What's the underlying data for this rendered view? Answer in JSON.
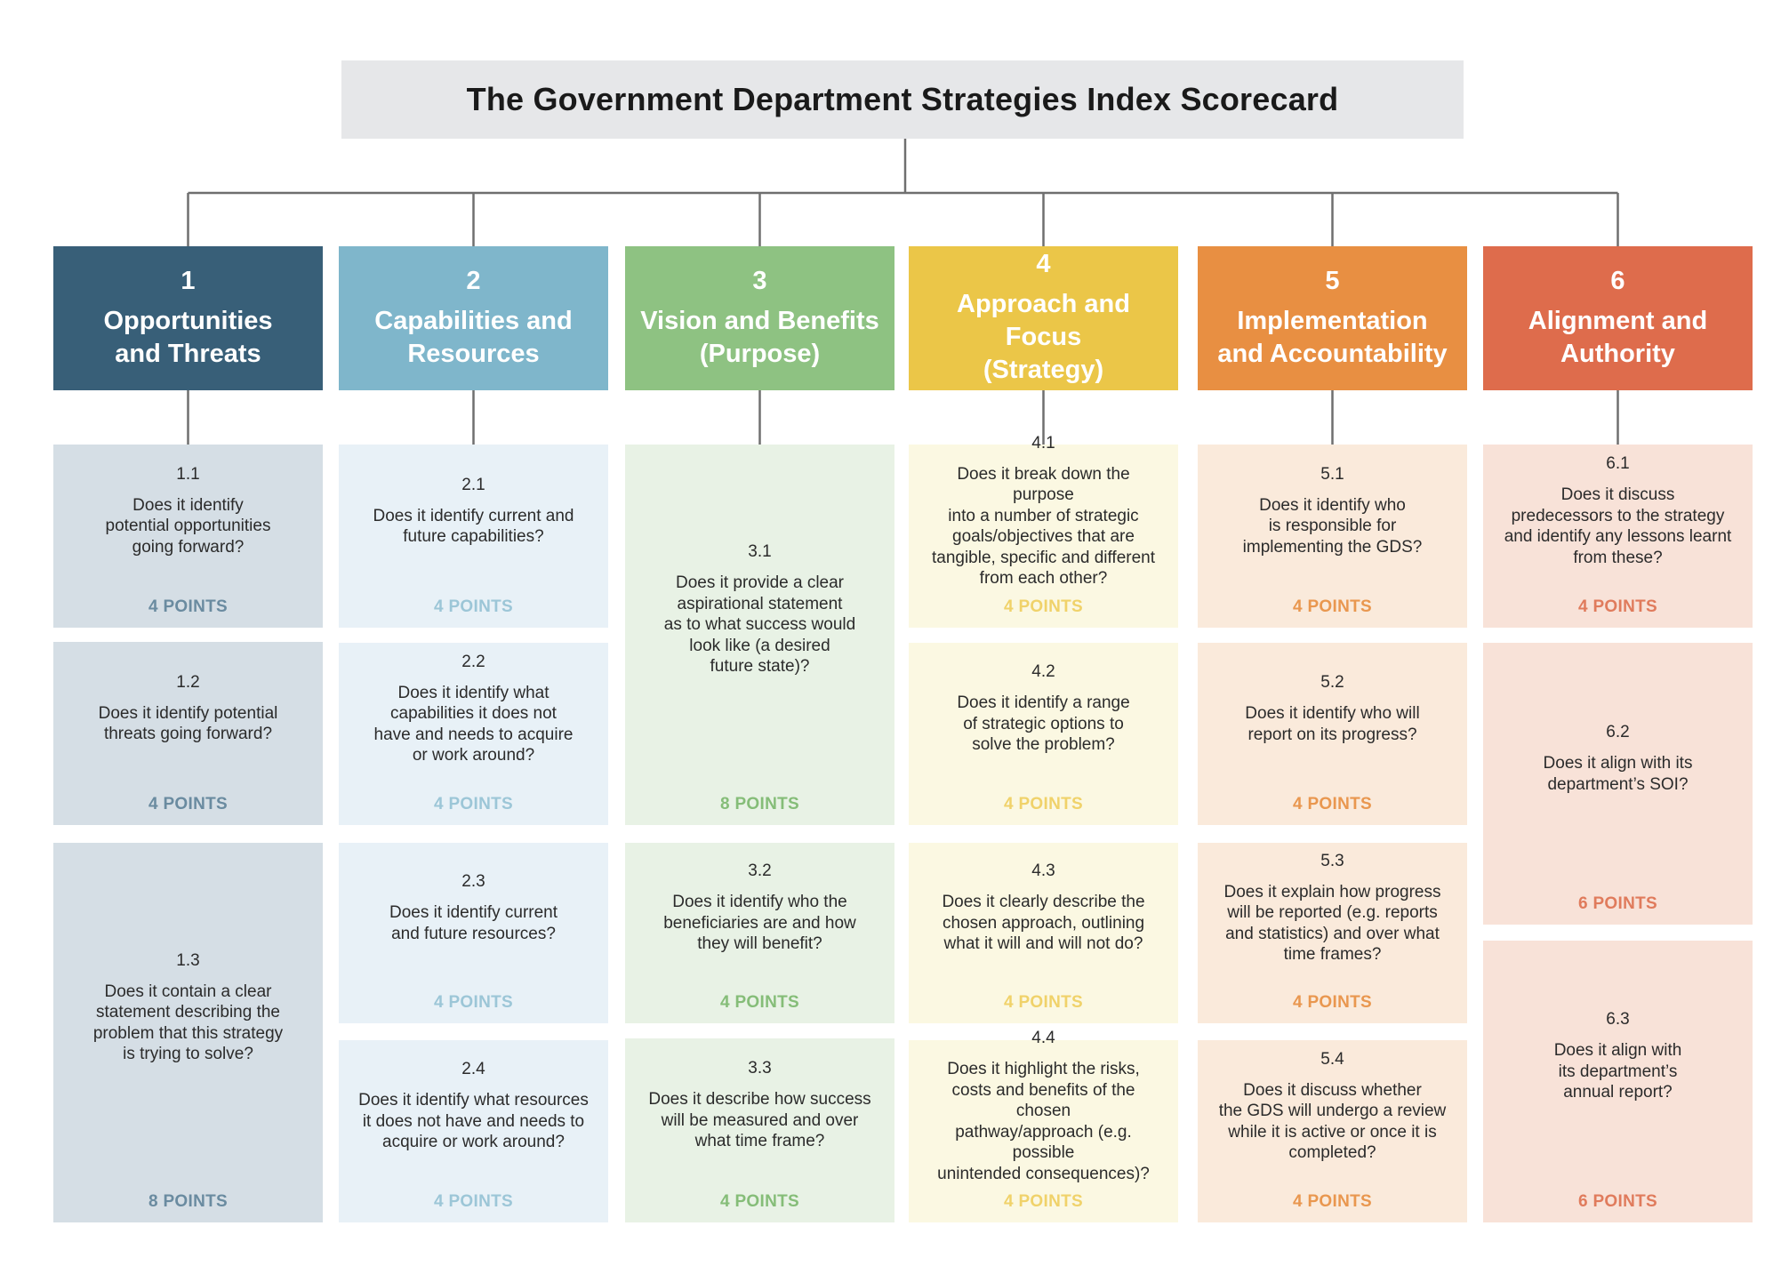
{
  "title": "The Government Department Strategies Index Scorecard",
  "categories": [
    {
      "number": "1",
      "title": [
        "Opportunities",
        "and Threats"
      ],
      "header_color": "#385f78",
      "cell_color": "#d5dee5",
      "points_color": "#6a8ba0",
      "questions": [
        {
          "number": "1.1",
          "text": [
            "Does it identify",
            "potential opportunities",
            "going forward?"
          ],
          "points": "4 POINTS"
        },
        {
          "number": "1.2",
          "text": [
            "Does it identify potential",
            "threats going forward?"
          ],
          "points": "4 POINTS"
        },
        {
          "number": "1.3",
          "text": [
            "Does it contain a clear",
            "statement describing the",
            "problem that this strategy",
            "is trying to solve?"
          ],
          "points": "8 POINTS"
        }
      ]
    },
    {
      "number": "2",
      "title": [
        "Capabilities and",
        "Resources"
      ],
      "header_color": "#7fb6cb",
      "cell_color": "#e8f1f7",
      "points_color": "#9cc6d7",
      "questions": [
        {
          "number": "2.1",
          "text": [
            "Does it identify current and",
            "future capabilities?"
          ],
          "points": "4 POINTS"
        },
        {
          "number": "2.2",
          "text": [
            "Does it identify what",
            "capabilities it does not",
            "have and needs to acquire",
            "or work around?"
          ],
          "points": "4 POINTS"
        },
        {
          "number": "2.3",
          "text": [
            "Does it identify current",
            "and future resources?"
          ],
          "points": "4 POINTS"
        },
        {
          "number": "2.4",
          "text": [
            "Does it identify what resources",
            "it does not have and needs to",
            "acquire or work around?"
          ],
          "points": "4 POINTS"
        }
      ]
    },
    {
      "number": "3",
      "title": [
        "Vision and Benefits",
        "(Purpose)"
      ],
      "header_color": "#8ec282",
      "cell_color": "#e8f2e5",
      "points_color": "#85bd78",
      "questions": [
        {
          "number": "3.1",
          "text": [
            "Does it provide a clear",
            "aspirational statement",
            "as to what success would",
            "look like (a desired",
            "future state)?"
          ],
          "points": "8 POINTS"
        },
        {
          "number": "3.2",
          "text": [
            "Does it identify who the",
            "beneficiaries are and how",
            "they will benefit?"
          ],
          "points": "4 POINTS"
        },
        {
          "number": "3.3",
          "text": [
            "Does it describe how success",
            "will be measured and over",
            "what time frame?"
          ],
          "points": "4 POINTS"
        }
      ]
    },
    {
      "number": "4",
      "title": [
        "Approach and Focus",
        "(Strategy)"
      ],
      "header_color": "#ebc648",
      "cell_color": "#fbf8e2",
      "points_color": "#f0d26a",
      "questions": [
        {
          "number": "4.1",
          "text": [
            "Does it break down the purpose",
            "into a number of strategic",
            "goals/objectives that are",
            "tangible, specific and different",
            "from each other?"
          ],
          "points": "4 POINTS"
        },
        {
          "number": "4.2",
          "text": [
            "Does it identify a range",
            "of strategic options to",
            "solve the problem?"
          ],
          "points": "4 POINTS"
        },
        {
          "number": "4.3",
          "text": [
            "Does it clearly describe the",
            "chosen approach, outlining",
            "what it will and will not do?"
          ],
          "points": "4 POINTS"
        },
        {
          "number": "4.4",
          "text": [
            "Does it highlight the risks,",
            "costs and benefits of the chosen",
            "pathway/approach (e.g. possible",
            "unintended consequences)?"
          ],
          "points": "4 POINTS"
        }
      ]
    },
    {
      "number": "5",
      "title": [
        "Implementation",
        "and Accountability"
      ],
      "header_color": "#e88f42",
      "cell_color": "#faeadb",
      "points_color": "#e9974f",
      "questions": [
        {
          "number": "5.1",
          "text": [
            "Does it identify who",
            "is responsible for",
            "implementing the GDS?"
          ],
          "points": "4 POINTS"
        },
        {
          "number": "5.2",
          "text": [
            "Does it identify who will",
            "report on its progress?"
          ],
          "points": "4 POINTS"
        },
        {
          "number": "5.3",
          "text": [
            "Does it explain how progress",
            "will be reported (e.g. reports",
            "and statistics) and over what",
            "time frames?"
          ],
          "points": "4 POINTS"
        },
        {
          "number": "5.4",
          "text": [
            "Does it discuss whether",
            "the GDS will undergo a review",
            "while it is active or once it is",
            "completed?"
          ],
          "points": "4 POINTS"
        }
      ]
    },
    {
      "number": "6",
      "title": [
        "Alignment and",
        "Authority"
      ],
      "header_color": "#de6c4c",
      "cell_color": "#f8e2d8",
      "points_color": "#e07b5c",
      "questions": [
        {
          "number": "6.1",
          "text": [
            "Does it discuss",
            "predecessors to the strategy",
            "and identify any lessons learnt",
            "from these?"
          ],
          "points": "4 POINTS"
        },
        {
          "number": "6.2",
          "text": [
            "Does it align with its",
            "department’s SOI?"
          ],
          "points": "6 POINTS"
        },
        {
          "number": "6.3",
          "text": [
            "Does it align with",
            "its department’s",
            "annual report?"
          ],
          "points": "6 POINTS"
        }
      ]
    }
  ]
}
